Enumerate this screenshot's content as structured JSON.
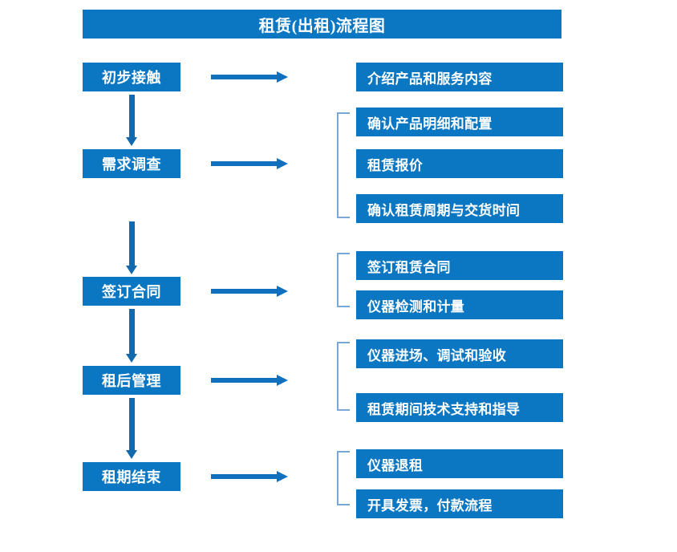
{
  "title": "租赁(出租)流程图",
  "colors": {
    "box_blue": "#0B77C2",
    "arrow_blue": "#1070BE",
    "down_arrow_blue": "#1269B0",
    "bracket_blue": "#7BA7D7",
    "text_white": "#FFFFFF",
    "background": "#FFFFFF"
  },
  "stages": [
    {
      "label": "初步接触"
    },
    {
      "label": "需求调查"
    },
    {
      "label": "签订合同"
    },
    {
      "label": "租后管理"
    },
    {
      "label": "租期结束"
    }
  ],
  "details": [
    {
      "label": "介绍产品和服务内容"
    },
    {
      "label": "确认产品明细和配置"
    },
    {
      "label": "租赁报价"
    },
    {
      "label": "确认租赁周期与交货时间"
    },
    {
      "label": "签订租赁合同"
    },
    {
      "label": "仪器检测和计量"
    },
    {
      "label": "仪器进场、调试和验收"
    },
    {
      "label": "租赁期间技术支持和指导"
    },
    {
      "label": "仪器退租"
    },
    {
      "label": "开具发票，付款流程"
    }
  ],
  "groups": [
    {
      "stage": "需求调查",
      "detail_indices": [
        1,
        2,
        3
      ]
    },
    {
      "stage": "签订合同",
      "detail_indices": [
        4,
        5
      ]
    },
    {
      "stage": "租后管理",
      "detail_indices": [
        6,
        7
      ]
    },
    {
      "stage": "租期结束",
      "detail_indices": [
        8,
        9
      ]
    }
  ],
  "flow_sequence": [
    "初步接触",
    "需求调查",
    "签订合同",
    "租后管理",
    "租期结束"
  ],
  "icons": {
    "right_arrow": "right-arrow-icon",
    "down_arrow": "down-arrow-icon",
    "bracket": "group-bracket-icon"
  }
}
